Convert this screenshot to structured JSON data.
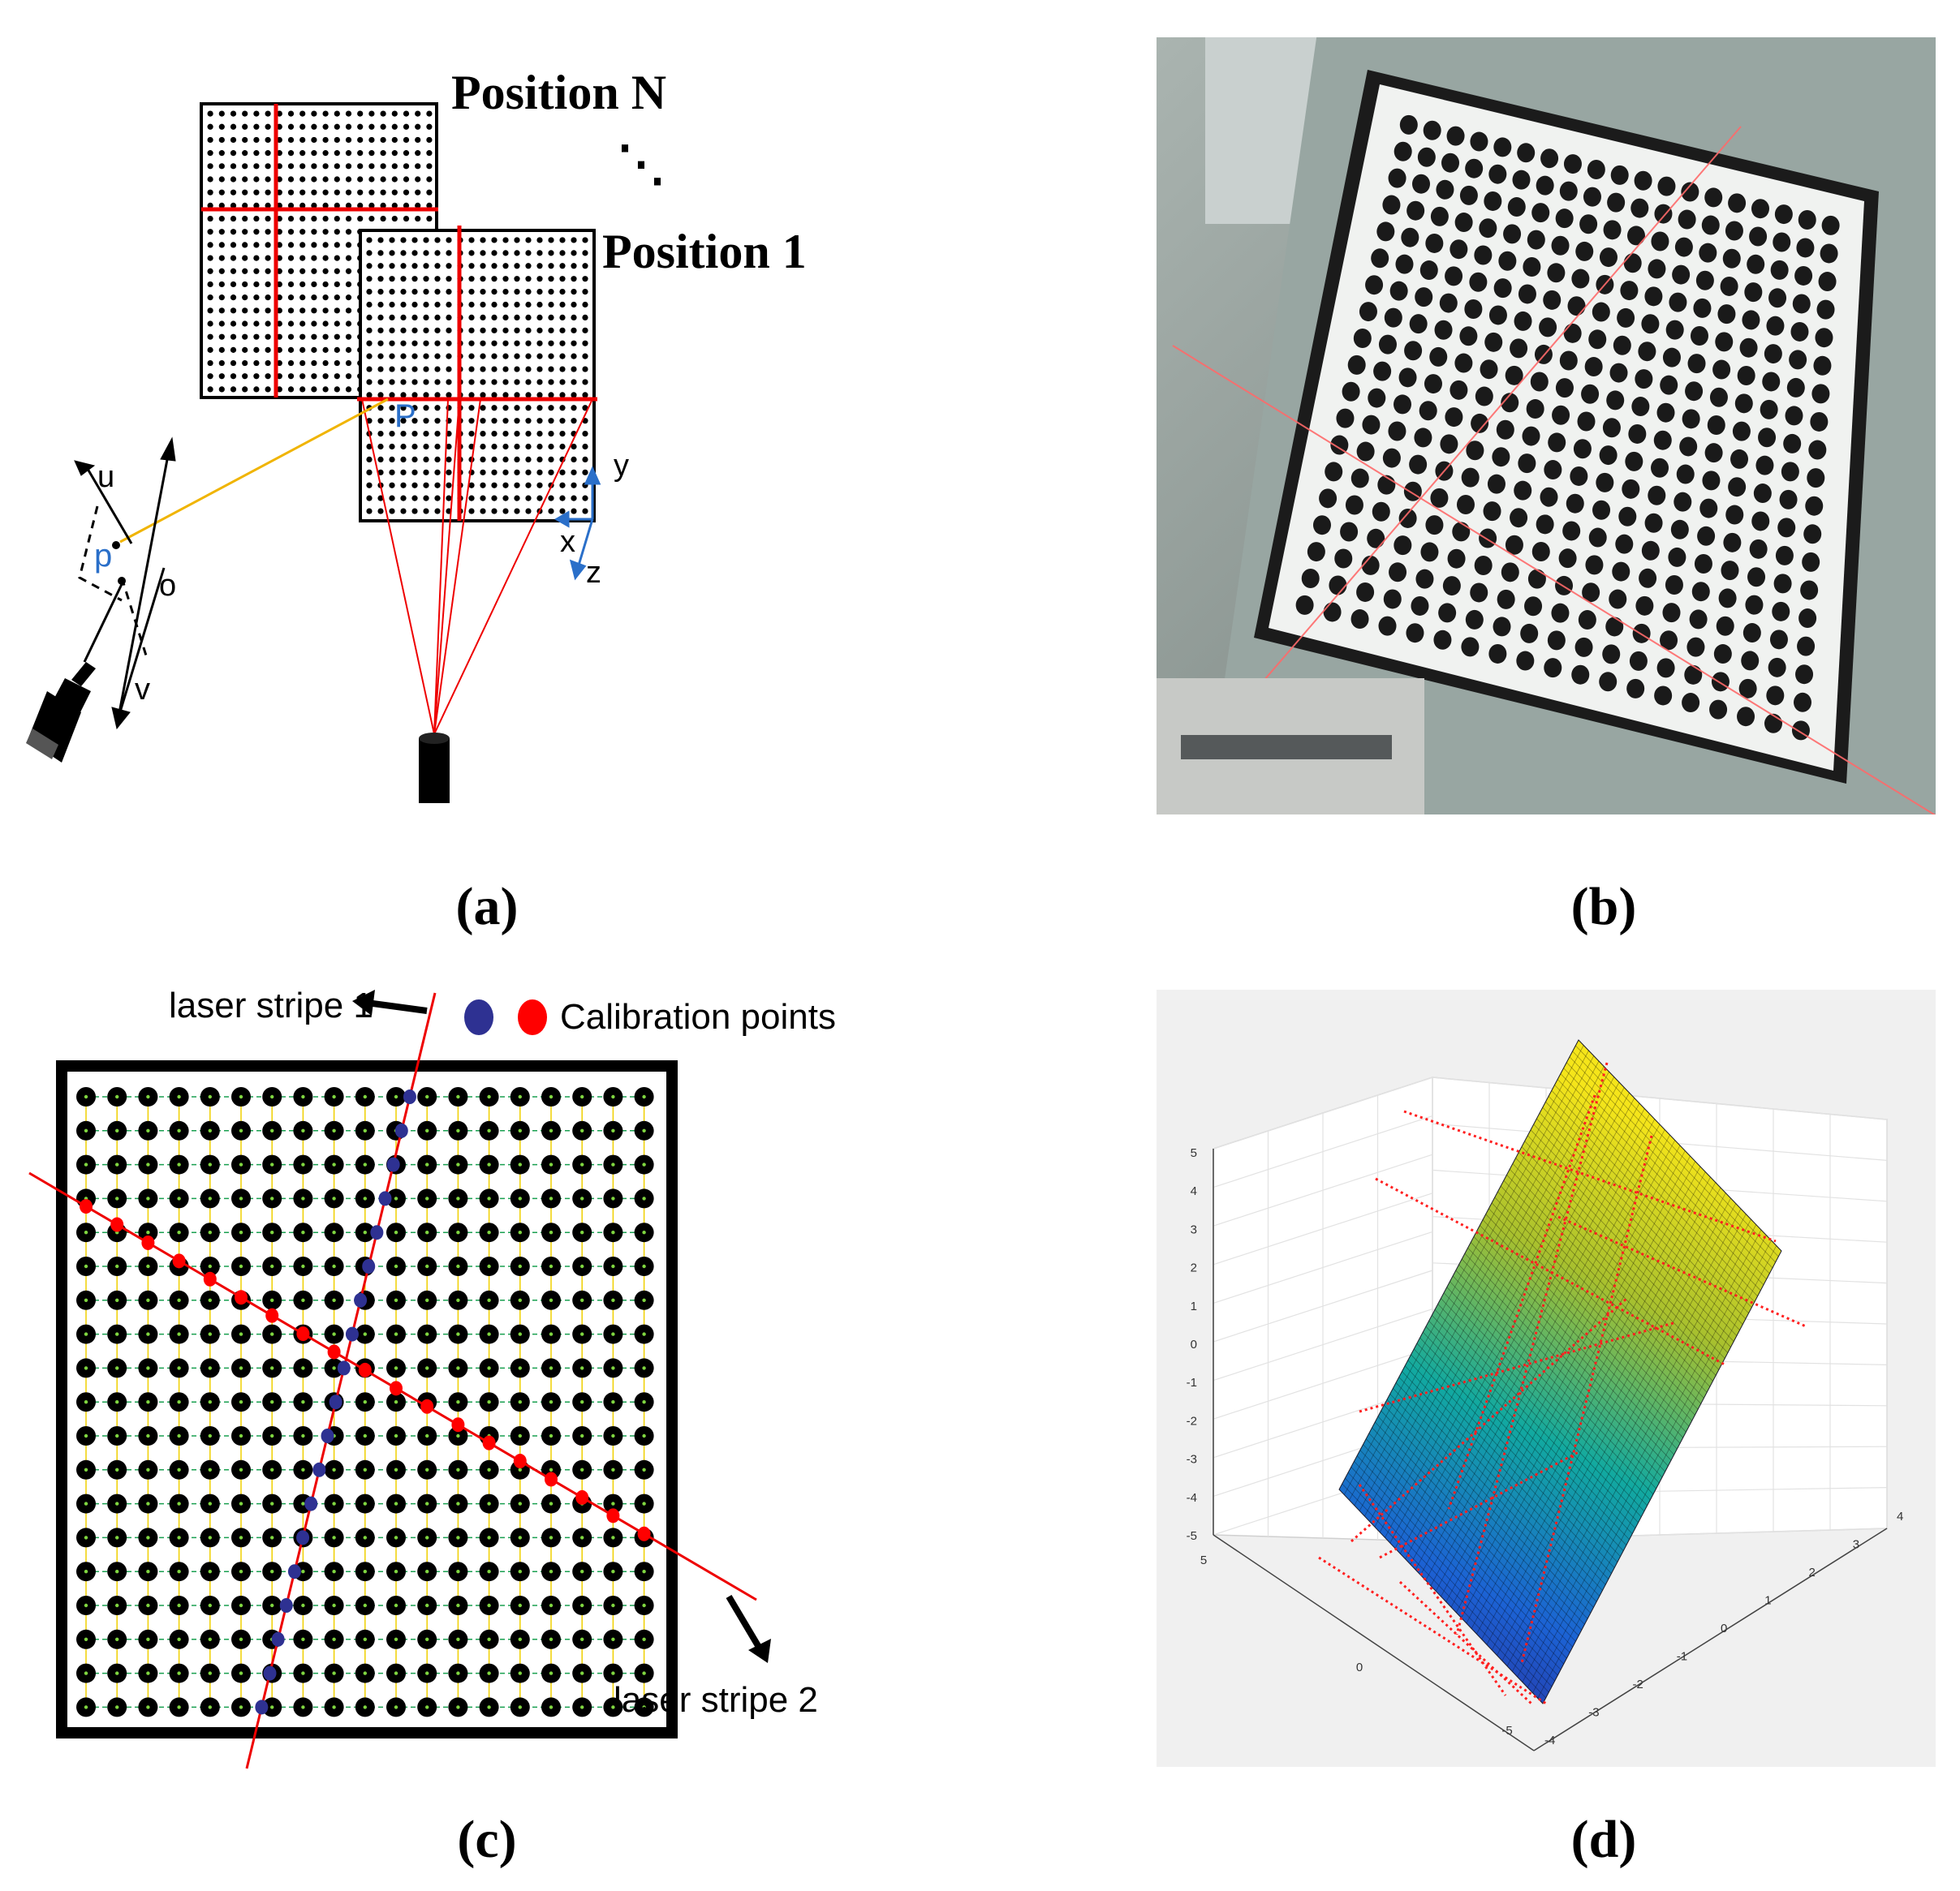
{
  "panel_a": {
    "caption": "(a)",
    "label_position_n": "Position N",
    "label_ellipsis": "⋱",
    "label_position_1": "Position 1",
    "label_P": "P",
    "label_p": "p",
    "label_u": "u",
    "label_v": "v",
    "label_o": "o",
    "label_x": "x",
    "label_y": "y",
    "label_z": "z"
  },
  "panel_b": {
    "caption": "(b)"
  },
  "panel_c": {
    "caption": "(c)",
    "label_stripe1": "laser stripe 1",
    "label_stripe2": "laser stripe 2",
    "legend_label": "Calibration points",
    "colors": {
      "stripe1_points": "#2e3192",
      "stripe2_points": "#ff0000",
      "laser": "#ff0000"
    }
  },
  "panel_d": {
    "caption": "(d)",
    "z_ticks": [
      "5",
      "4",
      "3",
      "2",
      "1",
      "0",
      "-1",
      "-2",
      "-3",
      "-4",
      "-5"
    ],
    "y_ticks": [
      "5",
      "0",
      "-5"
    ],
    "x_ticks": [
      "-4",
      "-3",
      "-2",
      "-1",
      "0",
      "1",
      "2",
      "3",
      "4"
    ]
  }
}
